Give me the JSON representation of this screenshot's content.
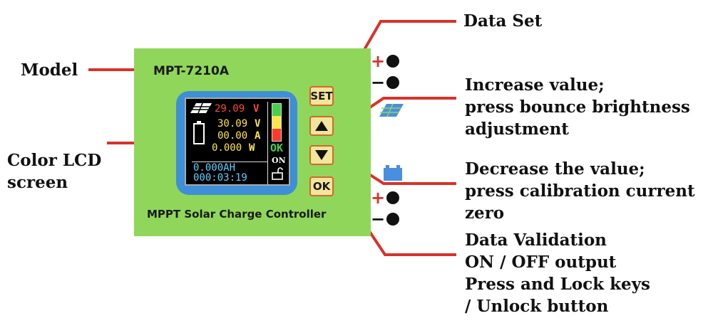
{
  "callouts": {
    "model": "Model",
    "color_lcd": [
      "Color LCD",
      "screen"
    ],
    "data_set": "Data Set",
    "increase": [
      "Increase value;",
      "press bounce brightness",
      "adjustment"
    ],
    "decrease": [
      "Decrease the value;",
      "press calibration current",
      "zero"
    ],
    "validation": [
      "Data Validation",
      "ON / OFF output",
      "Press and Lock keys",
      "/ Unlock button"
    ]
  },
  "device": {
    "model": "MPT-7210A",
    "footer": "MPPT Solar Charge Controller",
    "keys": {
      "set": "SET",
      "up_icon": "up-triangle-icon",
      "down_icon": "down-triangle-icon",
      "ok": "OK"
    },
    "terminals": {
      "plus": "+",
      "minus": "−"
    }
  },
  "lcd": {
    "pv_voltage": "29.09",
    "pv_voltage_unit": "V",
    "battery_voltage": "30.09",
    "battery_voltage_unit": "V",
    "current": "00.00",
    "current_unit": "A",
    "power": "0.000",
    "power_unit": "W",
    "status": "OK",
    "output": "ON",
    "energy": "0.000AH",
    "elapsed": "000:03:19",
    "colors": {
      "pv": "#ff4a3a",
      "values": "#ffe44a",
      "energy": "#5fd0ff",
      "ok": "#47d14a"
    }
  },
  "colors": {
    "leader_line": "#d8322a",
    "board": "#8fd65a",
    "bezel": "#3f8ed8",
    "key_border": "#d06a2a",
    "key_fill": "#f4e59c"
  }
}
